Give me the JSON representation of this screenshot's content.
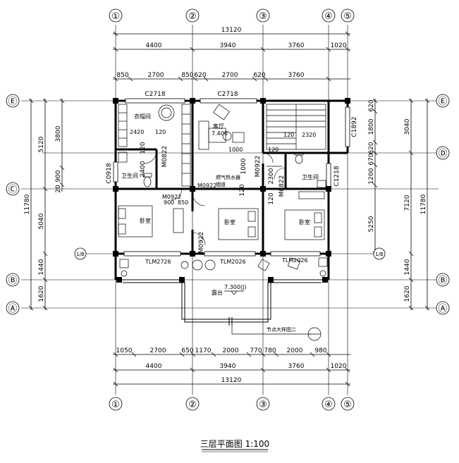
{
  "drawing_title": "三层平面图 1:100",
  "axes_x": [
    "①",
    "②",
    "③",
    "④",
    "⑤"
  ],
  "axes_y": [
    "Ⓔ",
    "Ⓓ",
    "Ⓒ",
    "1/B",
    "Ⓑ",
    "Ⓐ"
  ],
  "top_dims": {
    "overall": "13120",
    "row1": [
      "4400",
      "3940",
      "3760",
      "1020"
    ],
    "row2": [
      "850",
      "2700",
      "850",
      "620",
      "2700",
      "620",
      "3760"
    ]
  },
  "bottom_dims": {
    "row1": [
      "1050",
      "2700",
      "650",
      "1170",
      "2000",
      "770",
      "780",
      "2000",
      "980"
    ],
    "row2": [
      "4400",
      "3940",
      "3760",
      "1020"
    ],
    "overall": "13120"
  },
  "left_dims": {
    "overall": "11780",
    "col2": [
      "5120",
      "5040",
      "1440",
      "1620"
    ],
    "col3": [
      "3800",
      "900",
      "20"
    ]
  },
  "right_dims": {
    "overall": "11780",
    "col2": [
      "3040",
      "7120",
      "1440",
      "1620"
    ],
    "col3": [
      "620",
      "1800",
      "620",
      "670",
      "1200",
      "5250"
    ]
  },
  "rooms": {
    "wardrobe": "衣帽间",
    "living": "客厅",
    "bath_left": "卫生间",
    "bath_right": "卫生间",
    "bed_left": "卧室",
    "bed_mid": "卧室",
    "bed_right": "卧室",
    "terrace": "露台",
    "heater": "燃气热水器",
    "shaft": "烟道",
    "level": "7.300(J)",
    "detail": "节点大样图二"
  },
  "openings": [
    "C2718",
    "C2718",
    "C1892",
    "C1218",
    "C0918",
    "M0822",
    "M0922",
    "M0922",
    "M0922",
    "M0922",
    "M0822",
    "TLM2726",
    "TLM2026",
    "TLM2026"
  ],
  "inner_dims": [
    "2420",
    "120",
    "7.400",
    "1000",
    "2400",
    "120",
    "2320",
    "120",
    "1000",
    "2300",
    "120",
    "900",
    "850",
    "120",
    "120"
  ]
}
